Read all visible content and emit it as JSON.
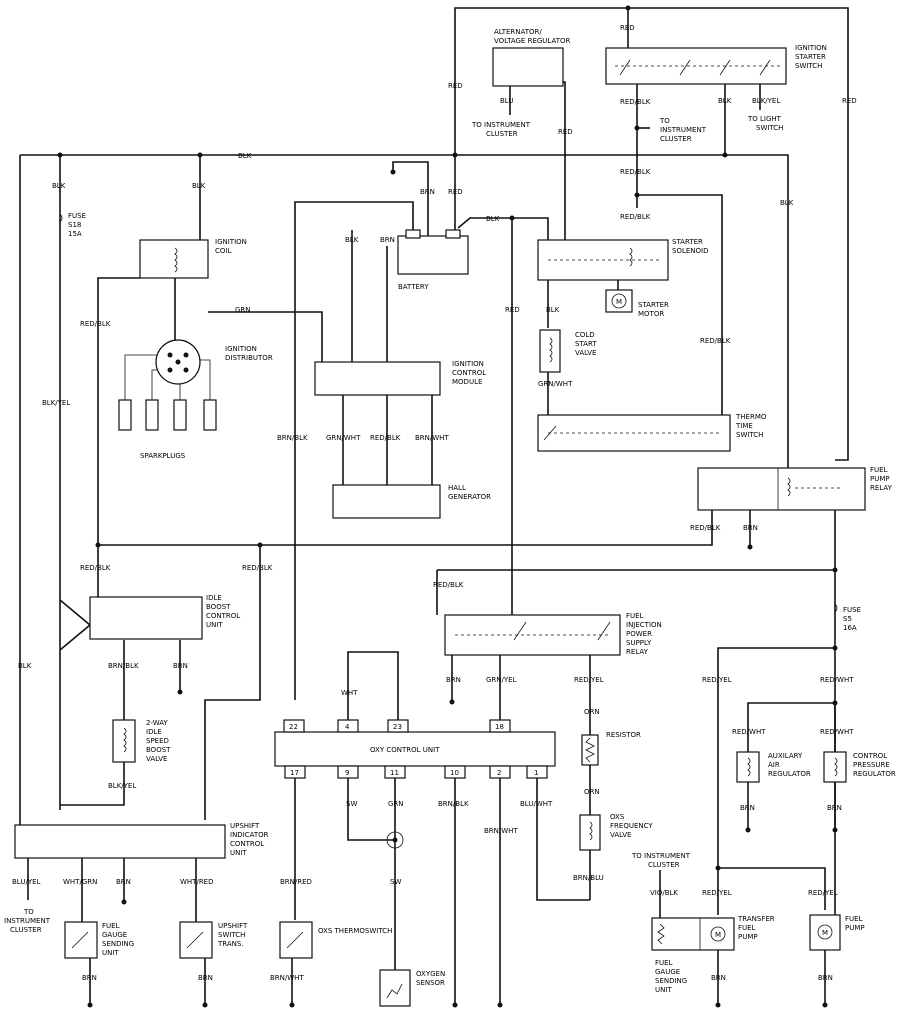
{
  "components": {
    "alternator": [
      "ALTERNATOR/",
      "VOLTAGE REGULATOR"
    ],
    "ignition_starter_switch": [
      "IGNITION",
      "STARTER",
      "SWITCH"
    ],
    "ignition_coil": [
      "IGNITION",
      "COIL"
    ],
    "battery": "BATTERY",
    "starter_solenoid": [
      "STARTER",
      "SOLENOID"
    ],
    "starter_motor": [
      "STARTER",
      "MOTOR"
    ],
    "ignition_distributor": [
      "IGNITION",
      "DISTRIBUTOR"
    ],
    "sparkplugs": "SPARKPLUGS",
    "ignition_control_module": [
      "IGNITION",
      "CONTROL",
      "MODULE"
    ],
    "hall_generator": [
      "HALL",
      "GENERATOR"
    ],
    "cold_start_valve": [
      "COLD",
      "START",
      "VALVE"
    ],
    "thermo_time_switch": [
      "THERMO",
      "TIME",
      "SWITCH"
    ],
    "fuel_pump_relay": [
      "FUEL",
      "PUMP",
      "RELAY"
    ],
    "idle_boost_control_unit": [
      "IDLE",
      "BOOST",
      "CONTROL",
      "UNIT"
    ],
    "fuel_injection_relay": [
      "FUEL",
      "INJECTION",
      "POWER",
      "SUPPLY",
      "RELAY"
    ],
    "idle_speed_boost_valve": [
      "2-WAY",
      "IDLE",
      "SPEED",
      "BOOST",
      "VALVE"
    ],
    "oxy_control_unit": "OXY CONTROL UNIT",
    "resistor": "RESISTOR",
    "oxs_frequency_valve": [
      "OXS",
      "FREQUENCY",
      "VALVE"
    ],
    "auxiliary_air_regulator": [
      "AUXILARY",
      "AIR",
      "REGULATOR"
    ],
    "control_pressure_regulator": [
      "CONTROL",
      "PRESSURE",
      "REGULATOR"
    ],
    "upshift_indicator_control_unit": [
      "UPSHIFT",
      "INDICATOR",
      "CONTROL",
      "UNIT"
    ],
    "fuel_gauge_sending_unit_left": [
      "FUEL",
      "GAUGE",
      "SENDING",
      "UNIT"
    ],
    "upshift_switch_trans": [
      "UPSHIFT",
      "SWITCH",
      "TRANS."
    ],
    "oxs_thermoswitch": "OXS THERMOSWITCH",
    "oxygen_sensor": [
      "OXYGEN",
      "SENSOR"
    ],
    "transfer_fuel_pump": [
      "TRANSFER",
      "FUEL",
      "PUMP"
    ],
    "fuel_gauge_sending_unit_right": [
      "FUEL",
      "GAUGE",
      "SENDING",
      "UNIT"
    ],
    "fuel_pump": [
      "FUEL",
      "PUMP"
    ]
  },
  "fuses": {
    "s18": [
      "FUSE",
      "S18",
      "15A"
    ],
    "s5": [
      "FUSE",
      "S5",
      "16A"
    ]
  },
  "connections": {
    "to_instrument_cluster_alt": [
      "TO INSTRUMENT",
      "CLUSTER"
    ],
    "to_instrument_cluster_switch": [
      "TO",
      "INSTRUMENT",
      "CLUSTER"
    ],
    "to_light_switch": [
      "TO LIGHT",
      "SWITCH"
    ],
    "to_instrument_cluster_upshift": [
      "TO",
      "INSTRUMENT",
      "CLUSTER"
    ],
    "to_instrument_cluster_vio": [
      "TO INSTRUMENT",
      "CLUSTER"
    ]
  },
  "oxy_pins": {
    "top": [
      "22",
      "4",
      "23",
      "18"
    ],
    "bottom": [
      "17",
      "9",
      "11",
      "10",
      "2",
      "1"
    ]
  },
  "wire_labels": {
    "red": "RED",
    "blk": "BLK",
    "blu": "BLU",
    "brn": "BRN",
    "grn": "GRN",
    "wht": "WHT",
    "sw": "SW",
    "orn": "ORN",
    "red_blk": "RED/BLK",
    "blk_yel": "BLK/YEL",
    "brn_blk": "BRN/BLK",
    "grn_wht": "GRN/WHT",
    "brn_wht": "BRN/WHT",
    "grn_yel": "GRN/YEL",
    "red_yel": "RED/YEL",
    "red_wht": "RED/WHT",
    "blu_wht": "BLU/WHT",
    "brn_red": "BRN/RED",
    "brn_blu": "BRN/BLU",
    "blu_yel": "BLU/YEL",
    "wht_grn": "WHT/GRN",
    "wht_red": "WHT/RED",
    "vio_blk": "VIO/BLK"
  }
}
